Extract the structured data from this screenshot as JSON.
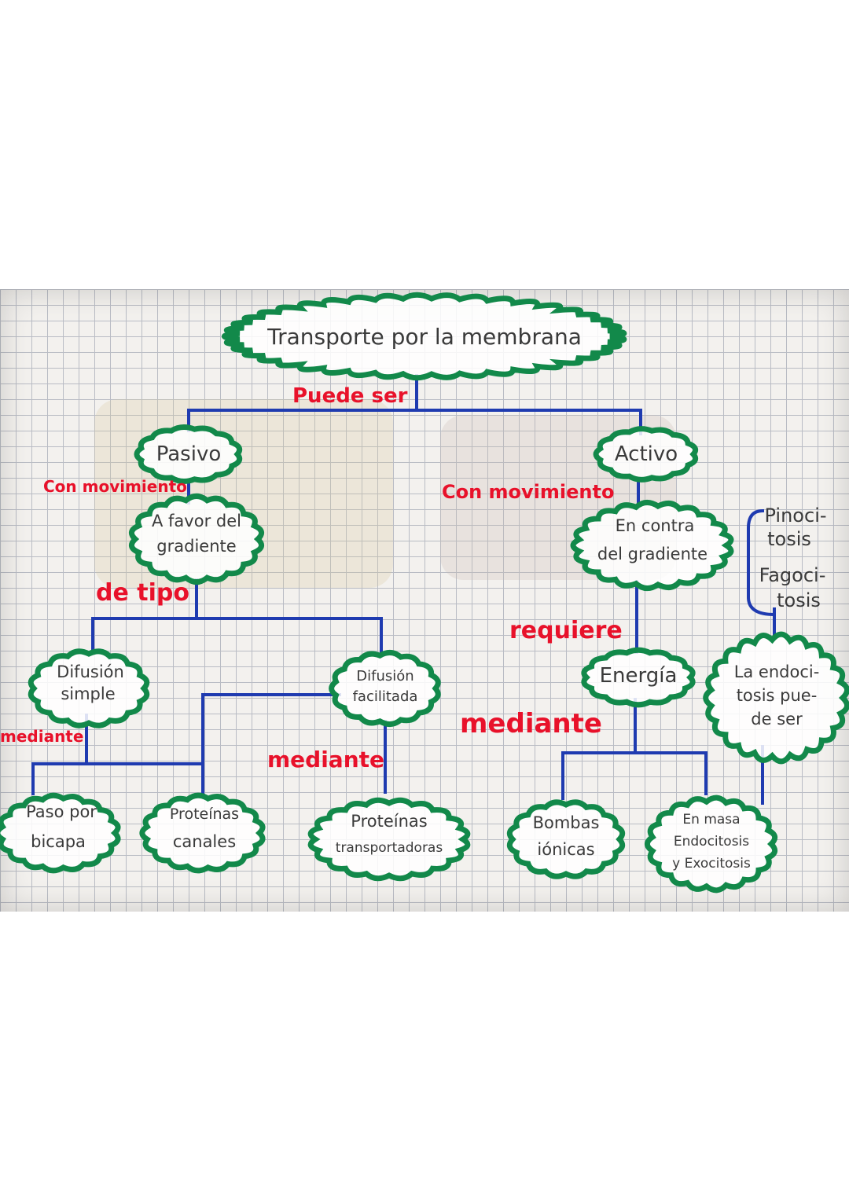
{
  "colors": {
    "cloud": "#12894a",
    "line": "#1f3bb0",
    "label": "#e8112a",
    "text": "#3a3a3a"
  },
  "nodes": {
    "root": "Transporte por la membrana",
    "pasivo": "Pasivo",
    "activo": "Activo",
    "a_favor_1": "A favor del",
    "a_favor_2": "gradiente",
    "en_contra_1": "En contra",
    "en_contra_2": "del gradiente",
    "difusion_simple_1": "Difusión",
    "difusion_simple_2": "simple",
    "difusion_facilitada_1": "Difusión",
    "difusion_facilitada_2": "facilitada",
    "energia": "Energía",
    "endocitosis_1": "La endoci-",
    "endocitosis_2": "tosis pue-",
    "endocitosis_3": "de ser",
    "paso_bicapa_1": "Paso por",
    "paso_bicapa_2": "bicapa",
    "proteinas_canales_1": "Proteínas",
    "proteinas_canales_2": "canales",
    "proteinas_transportadoras_1": "Proteínas",
    "proteinas_transportadoras_2": "transportadoras",
    "bombas_ionicas_1": "Bombas",
    "bombas_ionicas_2": "iónicas",
    "en_masa_1": "En masa",
    "en_masa_2": "Endocitosis",
    "en_masa_3": "y Exocitosis",
    "pinocitosis_1": "Pinoci-",
    "pinocitosis_2": "tosis",
    "fagocitosis_1": "Fagoci-",
    "fagocitosis_2": "tosis"
  },
  "labels": {
    "puede_ser": "Puede ser",
    "con_movimiento_left": "Con movimiento",
    "con_movimiento_right": "Con movimiento",
    "de_tipo": "de tipo",
    "requiere": "requiere",
    "mediante_left": "mediante",
    "mediante_center": "mediante",
    "mediante_right": "mediante"
  }
}
